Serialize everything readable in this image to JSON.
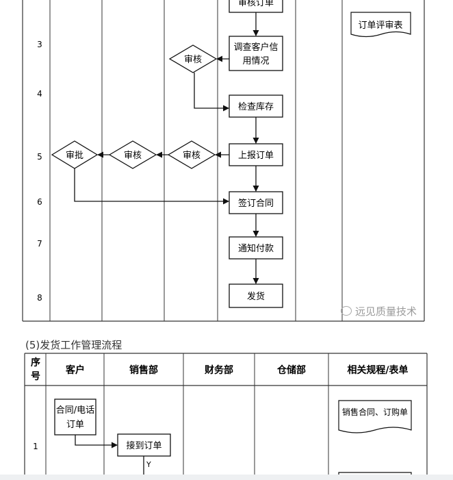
{
  "flow1": {
    "rows": [
      "3",
      "4",
      "5",
      "6",
      "7",
      "8"
    ],
    "boxes": {
      "review_order": "审核订单",
      "check_credit": "调查客户信用情况",
      "check_stock": "检查库存",
      "report_order": "上报订单",
      "sign_contract": "签订合同",
      "notify_payment": "通知付款",
      "ship": "发货"
    },
    "diamonds": {
      "credit_review": "审核",
      "review_a": "审核",
      "review_b": "审核",
      "approve": "审批"
    },
    "document": "订单评审表",
    "watermark": "远见质量技术"
  },
  "flow2": {
    "caption": "(5)发货工作管理流程",
    "headers": [
      "序号",
      "客户",
      "销售部",
      "财务部",
      "仓储部",
      "相关规程/表单"
    ],
    "row1_num": "1",
    "customer_box": "合同/电话订单",
    "sales_box": "接到订单",
    "yes_label": "Y",
    "doc1": "销售合同、订购单"
  }
}
